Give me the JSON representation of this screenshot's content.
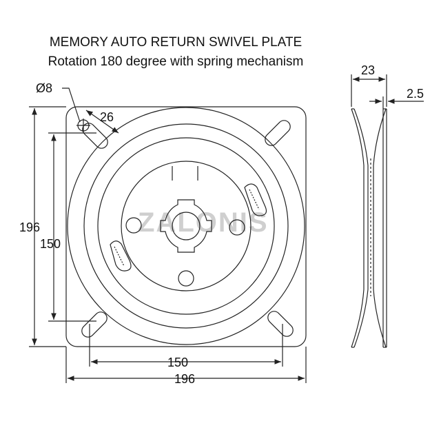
{
  "title": "MEMORY AUTO RETURN SWIVEL PLATE",
  "subtitle": "Rotation 180 degree with spring mechanism",
  "dimensions": {
    "hole_diameter": "Ø8",
    "slot_offset": "26",
    "outer_height": "196",
    "inner_height": "150",
    "inner_width": "150",
    "outer_width": "196",
    "side_width": "23",
    "side_thickness": "2.5"
  },
  "watermark": "ZALONIS",
  "colors": {
    "line": "#222222",
    "text": "#111111",
    "watermark": "#cfcfcf"
  }
}
